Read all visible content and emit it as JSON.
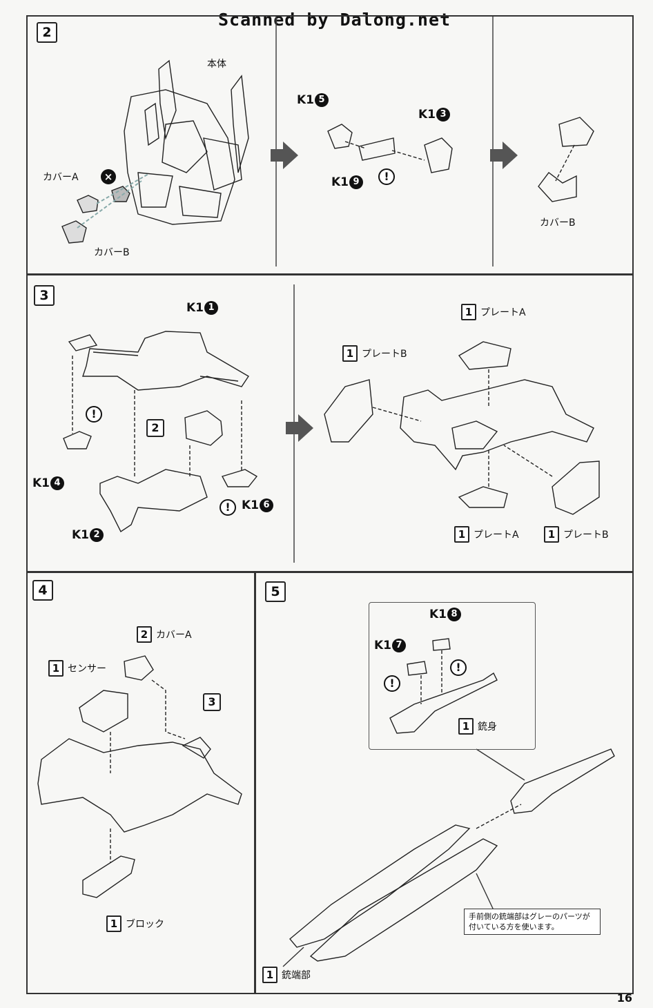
{
  "watermark": "Scanned by Dalong.net",
  "page_number": "16",
  "steps": [
    {
      "number": "2"
    },
    {
      "number": "3"
    },
    {
      "number": "4"
    },
    {
      "number": "5"
    }
  ],
  "step2": {
    "body_label": "本体",
    "cover_a": "カバーA",
    "cover_b": "カバーB",
    "cover_b_result": "カバーB",
    "k1_5": {
      "prefix": "K1",
      "num": "5"
    },
    "k1_3": {
      "prefix": "K1",
      "num": "3"
    },
    "k1_9": {
      "prefix": "K1",
      "num": "9"
    },
    "x_mark": "×"
  },
  "step3": {
    "k1_1": {
      "prefix": "K1",
      "num": "1"
    },
    "k1_4": {
      "prefix": "K1",
      "num": "4"
    },
    "k1_2": {
      "prefix": "K1",
      "num": "2"
    },
    "k1_6": {
      "prefix": "K1",
      "num": "6"
    },
    "ref_2": "2",
    "plate_a_top": {
      "box": "1",
      "text": "プレートA"
    },
    "plate_b_left": {
      "box": "1",
      "text": "プレートB"
    },
    "plate_a_bottom": {
      "box": "1",
      "text": "プレートA"
    },
    "plate_b_right": {
      "box": "1",
      "text": "プレートB"
    }
  },
  "step4": {
    "cover_a": {
      "box": "2",
      "text": "カバーA"
    },
    "sensor": {
      "box": "1",
      "text": "センサー"
    },
    "ref_3": "3",
    "block": {
      "box": "1",
      "text": "ブロック"
    }
  },
  "step5": {
    "k1_8": {
      "prefix": "K1",
      "num": "8"
    },
    "k1_7": {
      "prefix": "K1",
      "num": "7"
    },
    "barrel": {
      "box": "1",
      "text": "銃身"
    },
    "muzzle": {
      "box": "1",
      "text": "銃端部"
    },
    "note_line1": "手前側の銃端部はグレーのパーツが",
    "note_line2": "付いている方を使います。"
  },
  "warn_symbol": "!"
}
